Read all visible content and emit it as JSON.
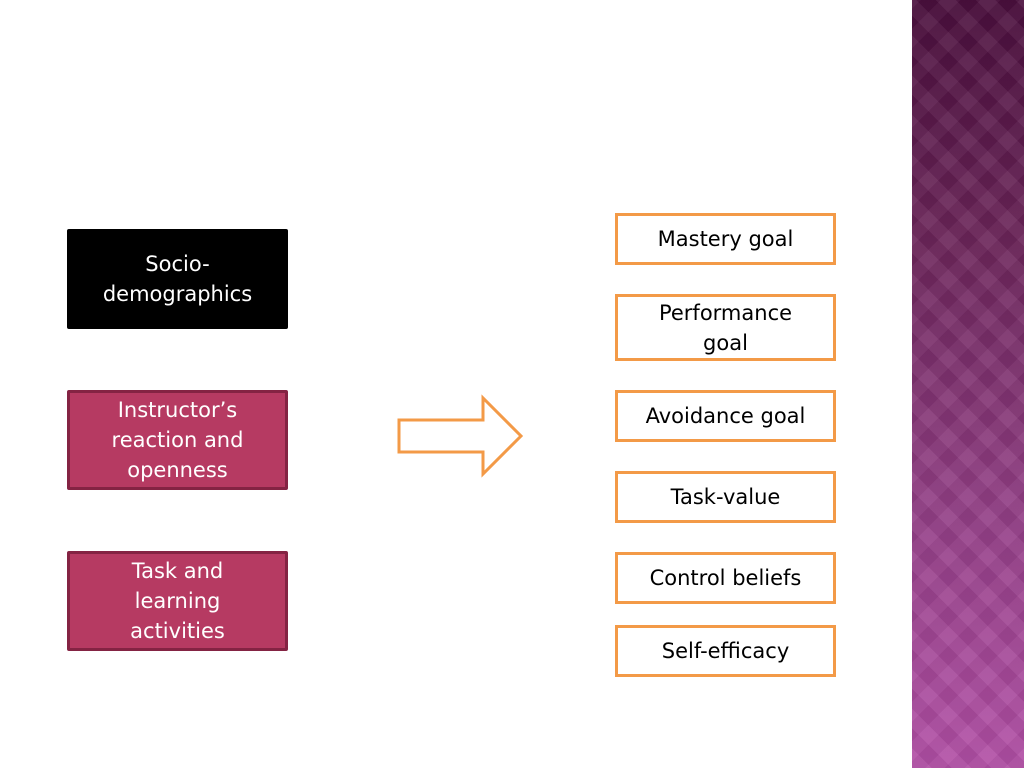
{
  "diagram": {
    "left_nodes": [
      {
        "label": "Socio-\ndemographics"
      },
      {
        "label": "Instructor’s\nreaction and\nopenness"
      },
      {
        "label": "Task and\nlearning\nactivities"
      }
    ],
    "right_nodes": [
      {
        "label": "Mastery goal"
      },
      {
        "label": "Performance\ngoal"
      },
      {
        "label": "Avoidance goal"
      },
      {
        "label": "Task-value"
      },
      {
        "label": "Control beliefs"
      },
      {
        "label": "Self-efficacy"
      }
    ]
  },
  "colors": {
    "dark_node": "#000000",
    "accent_node": "#b63a62",
    "outline_node": "#f39a47",
    "side_band": "#913e84"
  }
}
